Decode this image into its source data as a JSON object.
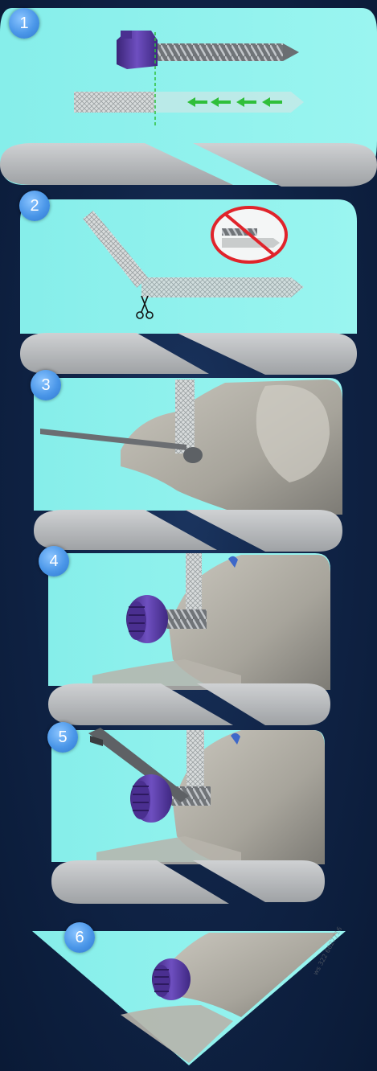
{
  "steps": [
    {
      "number": "1"
    },
    {
      "number": "2"
    },
    {
      "number": "3"
    },
    {
      "number": "4"
    },
    {
      "number": "5"
    },
    {
      "number": "6"
    }
  ],
  "watermark": "ws 322 6627716",
  "colors": {
    "panel": "#8ff3ee",
    "panel_shadow": "#a6a8ab",
    "background": "#102447",
    "cap_purple": "#5a3a9c",
    "badge_blue": "#4a96e8",
    "prohibited_red": "#e0242b",
    "arrow_green": "#2fbf3a"
  }
}
